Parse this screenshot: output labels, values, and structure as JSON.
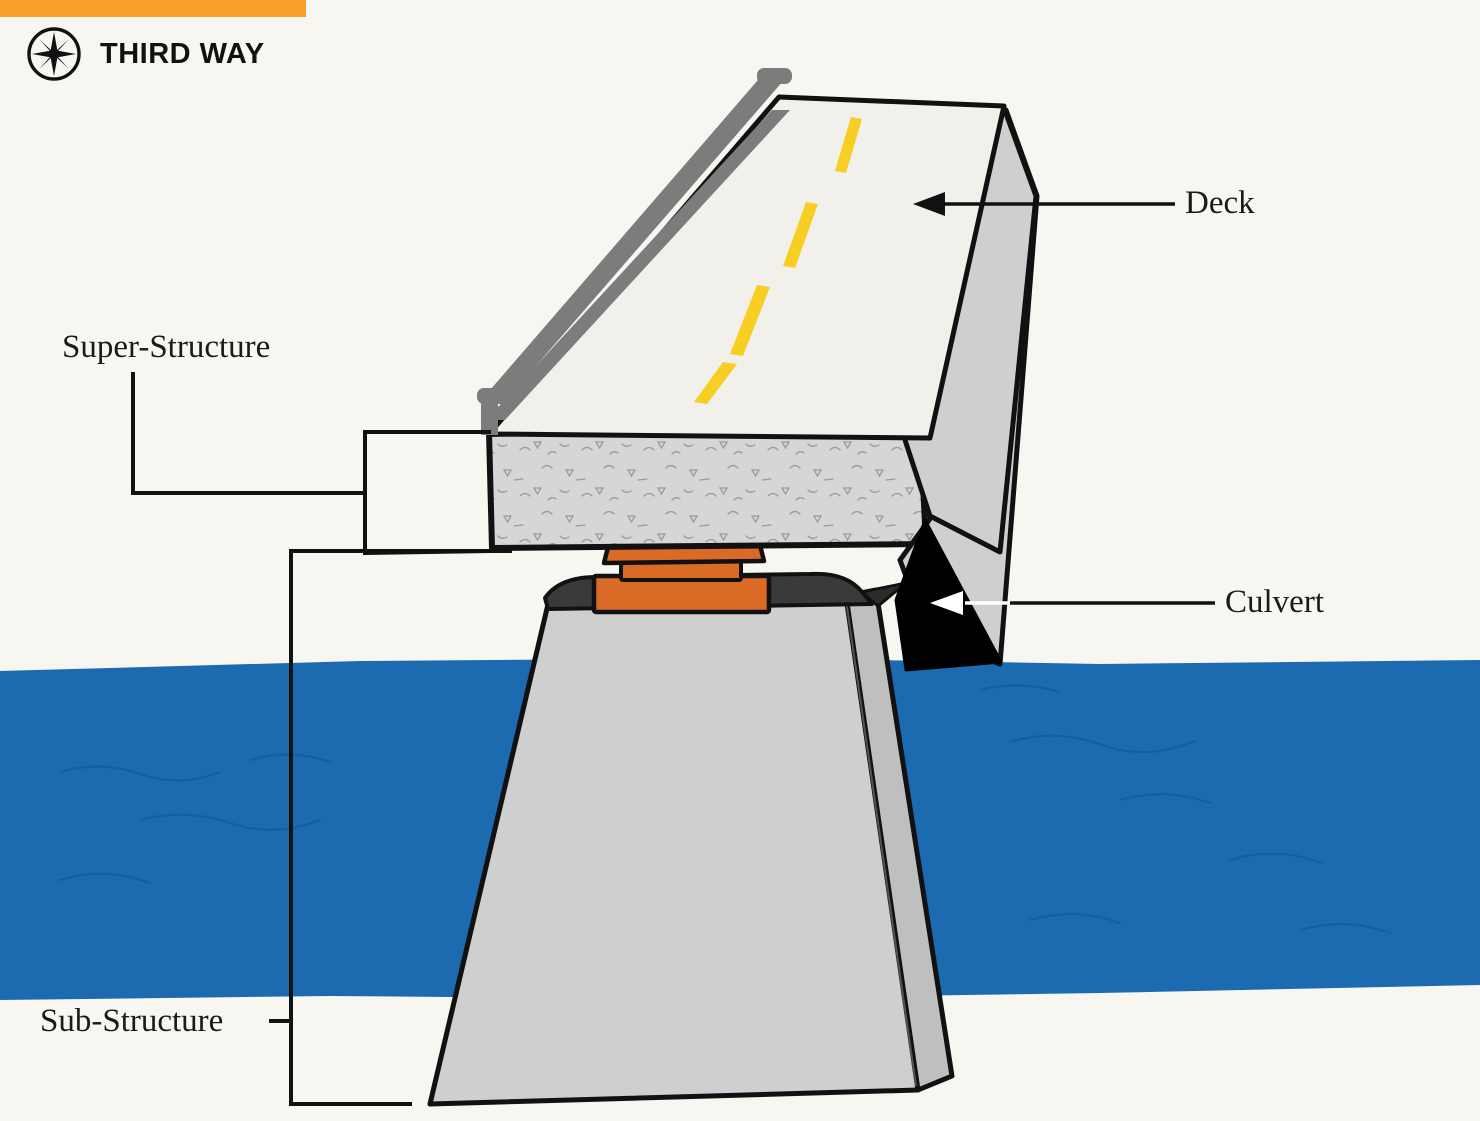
{
  "brand": {
    "name": "THIRD WAY",
    "logo_icon": "compass-rose-icon",
    "bar_color": "#F9A02B"
  },
  "diagram": {
    "title": "Bridge anatomy diagram",
    "subject": "highway bridge over water",
    "labels": [
      {
        "id": "super-structure",
        "text": "Super-Structure",
        "connector": "bracket",
        "side": "left"
      },
      {
        "id": "sub-structure",
        "text": "Sub-Structure",
        "connector": "bracket",
        "side": "left"
      },
      {
        "id": "deck",
        "text": "Deck",
        "connector": "arrow",
        "side": "right"
      },
      {
        "id": "culvert",
        "text": "Culvert",
        "connector": "arrow",
        "side": "right"
      }
    ],
    "parts": [
      {
        "name": "deck-surface",
        "description": "road deck with yellow dashed center line"
      },
      {
        "name": "guardrail",
        "description": "gray railing along left edge of deck"
      },
      {
        "name": "girder",
        "description": "speckled concrete beam below deck"
      },
      {
        "name": "bearing-pads",
        "description": "stacked orange elastomeric bearings"
      },
      {
        "name": "pier-cap",
        "description": "dark gray cap on top of pier"
      },
      {
        "name": "pier",
        "description": "light gray tapered concrete pier"
      },
      {
        "name": "culvert-opening",
        "description": "black triangular opening under abutment"
      },
      {
        "name": "abutment-wall",
        "description": "gray wing wall at right end of deck"
      },
      {
        "name": "water",
        "description": "blue river with wave lines"
      }
    ],
    "colors": {
      "background": "#F7F6F1",
      "accent_orange": "#F9A02B",
      "water_blue": "#1C6BB0",
      "water_wave": "#16538A",
      "deck_surface": "#F2F0EA",
      "deck_side": "#CFCFCF",
      "concrete_girder": "#D6D6D6",
      "girder_fleck": "#9A9A9A",
      "bearing_orange": "#D96B27",
      "pier_cap_dark": "#3A3A3A",
      "pier_light": "#CFCFCF",
      "pier_shadow": "#BFBFBF",
      "culvert_black": "#000000",
      "guardrail_gray": "#7C7C7C",
      "road_line_yellow": "#F9CE22",
      "ink": "#111111",
      "label_text": "#1a1a1a"
    }
  }
}
